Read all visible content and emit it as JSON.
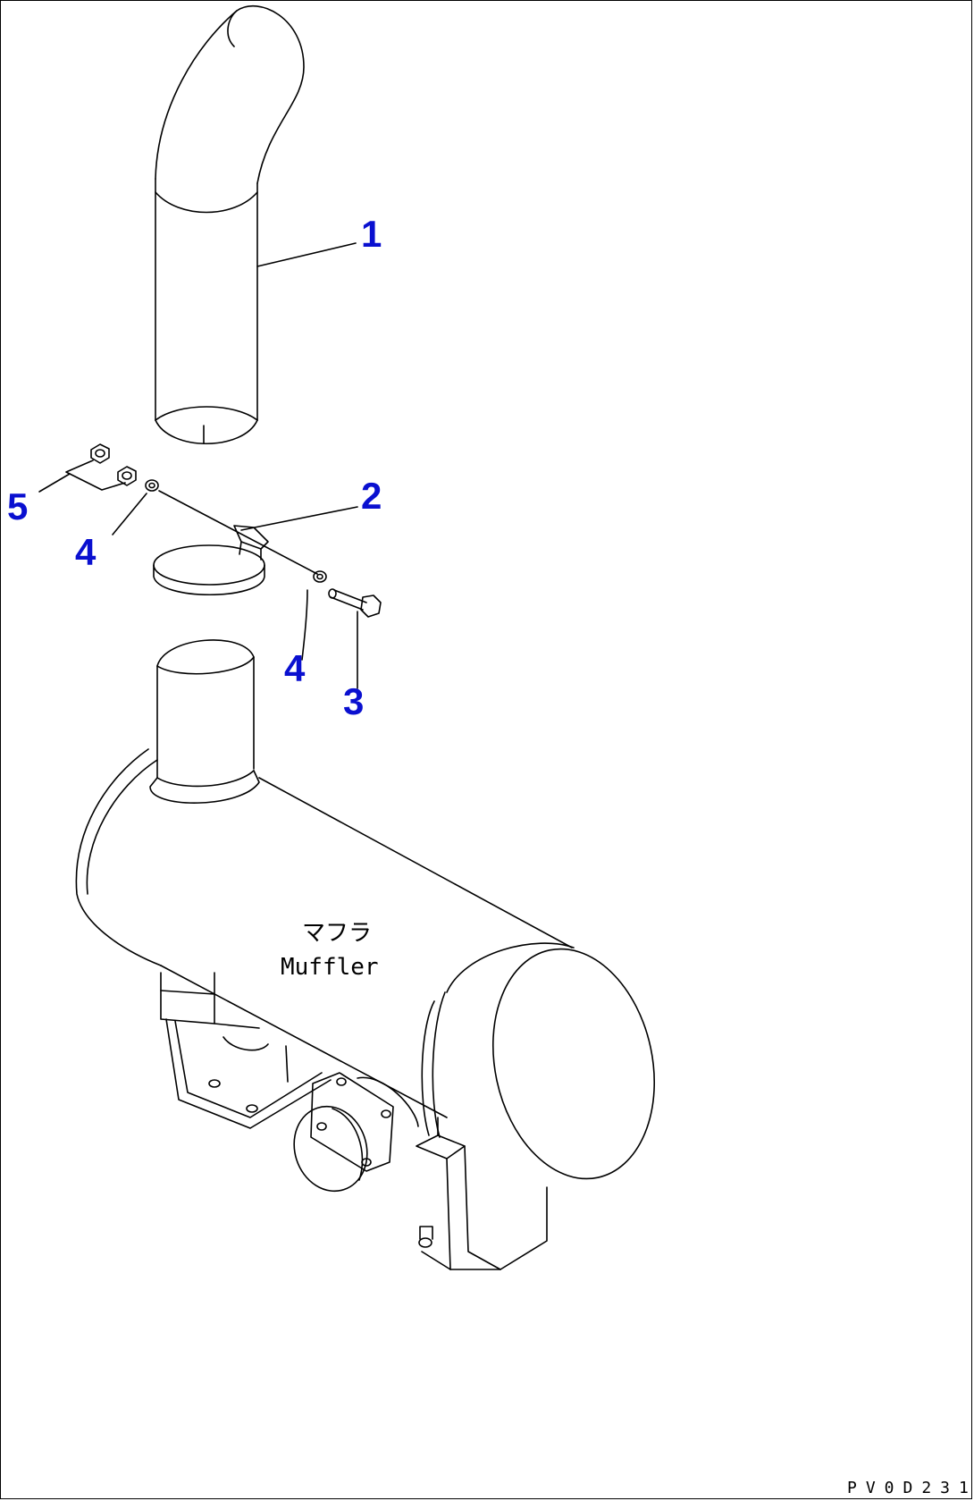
{
  "diagram": {
    "callouts": {
      "c1": "1",
      "c2": "2",
      "c3": "3",
      "c4a": "4",
      "c4b": "4",
      "c5": "5"
    },
    "muffler_label_jp": "マフラ",
    "muffler_label_en": "Muffler",
    "drawing_code": "PV0D231"
  },
  "colors": {
    "callout": "#0a10d0",
    "line": "#000000",
    "background": "#ffffff"
  }
}
